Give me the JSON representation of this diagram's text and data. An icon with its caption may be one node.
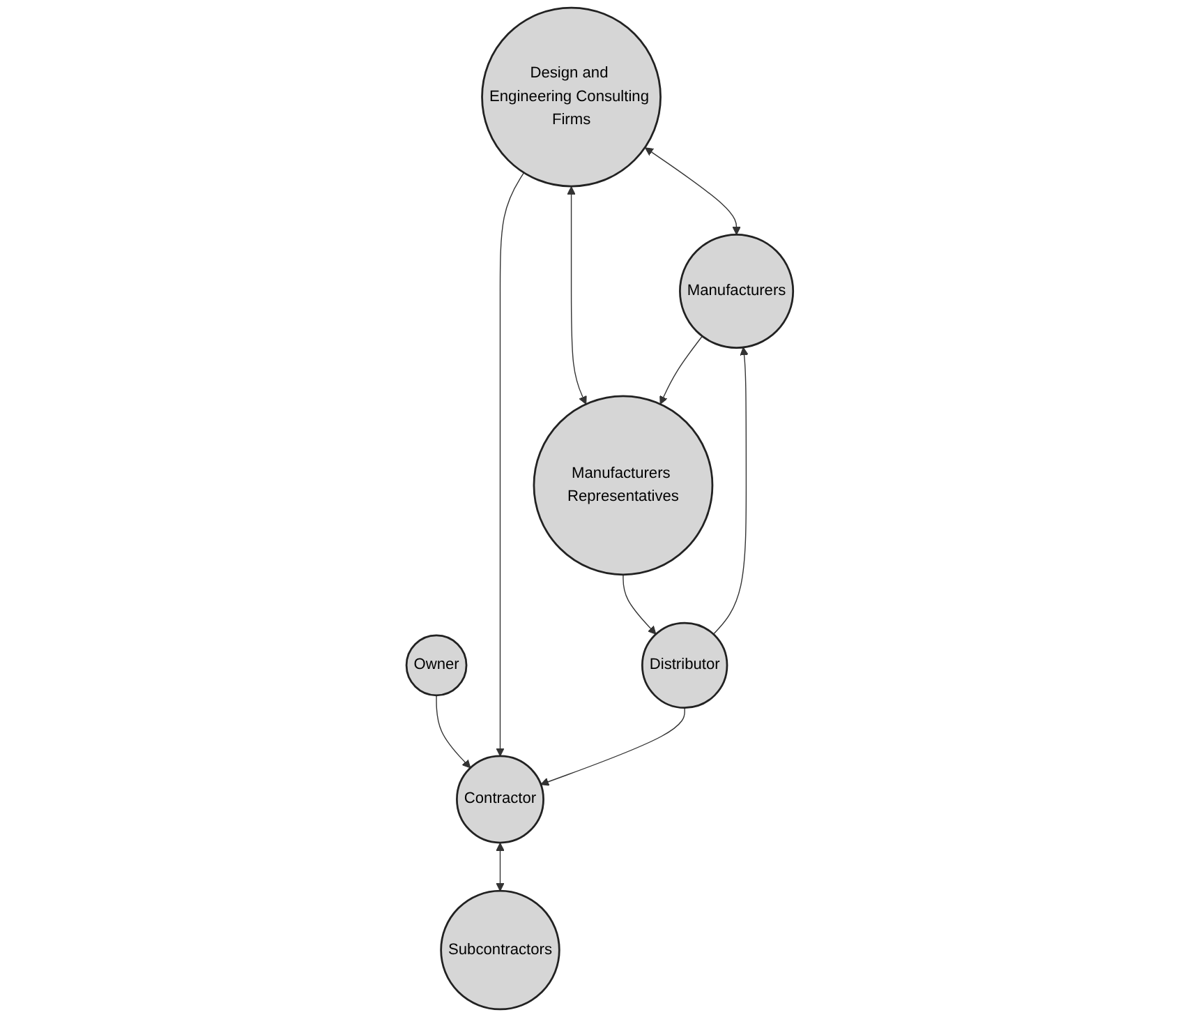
{
  "diagram": {
    "nodes": [
      {
        "text": [
          "Owner"
        ]
      },
      {
        "text": [
          "Design and Engineering Consulting Firms"
        ]
      },
      {
        "text": [
          "Contractor"
        ]
      },
      {
        "text": [
          "Distributor"
        ]
      },
      {
        "text": [
          "Subcontractors"
        ]
      },
      {
        "text": [
          "Manufacturers"
        ]
      },
      {
        "text": [
          "Manufacturers Representatives"
        ]
      }
    ],
    "edges": [
      {
        "from": 0,
        "to": 2,
        "arrow": "to"
      },
      {
        "from": 1,
        "to": 2,
        "arrow": "to"
      },
      {
        "from": 3,
        "to": 2,
        "arrow": "to"
      },
      {
        "from": 2,
        "to": 4,
        "arrow": "both"
      },
      {
        "from": 1,
        "to": 5,
        "arrow": "both"
      },
      {
        "from": 1,
        "to": 6,
        "arrow": "both"
      },
      {
        "from": 6,
        "to": 3,
        "arrow": "to"
      },
      {
        "from": 5,
        "to": 6,
        "arrow": "to"
      },
      {
        "from": 3,
        "to": 5,
        "arrow": "to"
      }
    ]
  }
}
